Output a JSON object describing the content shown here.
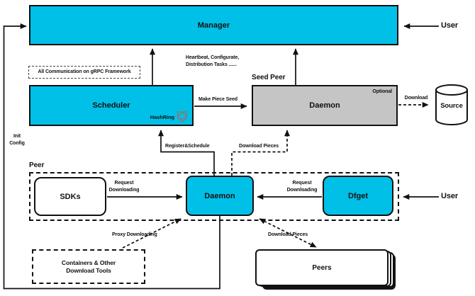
{
  "colors": {
    "accent_cyan": "#00c0e8",
    "seed_gray": "#c5c5c5",
    "line_black": "#111111"
  },
  "nodes": {
    "manager": {
      "label": "Manager"
    },
    "scheduler": {
      "label": "Scheduler",
      "hashring_label": "HashRing"
    },
    "seed_peer": {
      "section_label": "Seed Peer",
      "daemon_label": "Daemon",
      "optional_label": "Optional"
    },
    "source": {
      "label": "Source"
    },
    "peer": {
      "section_label": "Peer",
      "sdks_label": "SDKs",
      "daemon_label": "Daemon",
      "dfget_label": "Dfget"
    },
    "containers": {
      "line1": "Containers & Other",
      "line2": "Download Tools"
    },
    "peers": {
      "label": "Peers"
    },
    "user_top": {
      "label": "User"
    },
    "user_bottom": {
      "label": "User"
    }
  },
  "notes": {
    "grpc": "All Communication on gRPC Framework"
  },
  "edges": {
    "init_config": {
      "line1": "Init",
      "line2": "Config"
    },
    "heartbeat": {
      "line1": "Heartbeat, Configurate,",
      "line2": "Distribution Tasks ......"
    },
    "make_piece_seed": "Make Piece Seed",
    "download_source": "Download",
    "register_schedule": "Register&Schedule",
    "download_pieces_seed": "Download Pieces",
    "request_downloading_left": {
      "line1": "Request",
      "line2": "Downloading"
    },
    "request_downloading_right": {
      "line1": "Request",
      "line2": "Downloading"
    },
    "proxy_downloading": "Proxy Downloading",
    "download_pieces_peers": "Download Pieces"
  }
}
